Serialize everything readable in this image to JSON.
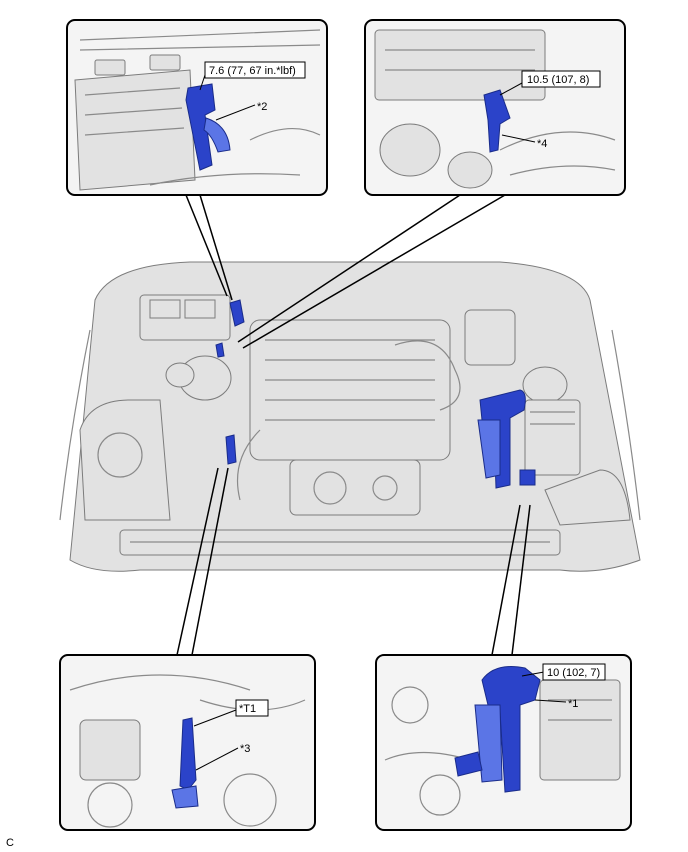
{
  "callouts": {
    "top_left_torque": "7.6 (77, 67 in.*lbf)",
    "top_left_part": "*2",
    "top_right_torque": "10.5 (107, 8)",
    "top_right_part": "*4",
    "bottom_left_tool": "*T1",
    "bottom_left_part": "*3",
    "bottom_right_torque": "10 (102, 7)",
    "bottom_right_part": "*1"
  },
  "corner_code": "C",
  "colors": {
    "highlight_part": "#2b43c9",
    "frame": "#000000",
    "engine_line": "#8a8a8a"
  }
}
